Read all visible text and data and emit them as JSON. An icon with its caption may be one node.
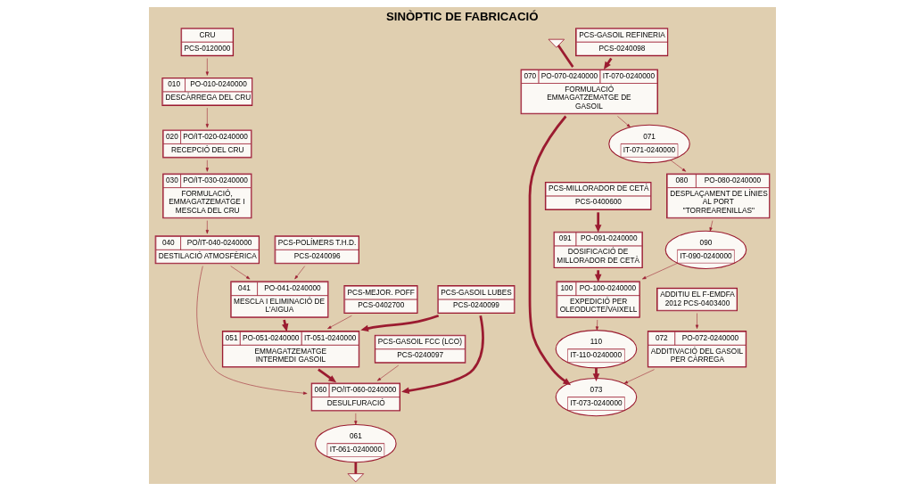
{
  "diagram": {
    "title": "SINÒPTIC DE FABRICACIÓ",
    "nodes": [
      {
        "text": [
          "CRU",
          "PCS-0120000"
        ]
      },
      {
        "text": [
          "010",
          "PO-010-0240000",
          "DESCÀRREGA DEL CRU"
        ]
      },
      {
        "text": [
          "020",
          "PO/IT-020-0240000",
          "RECEPCIÓ DEL CRU"
        ]
      },
      {
        "text": [
          "030",
          "PO/IT-030-0240000",
          "FORMULACIÓ, EMMAGATZEMATGE I MESCLA DEL CRU"
        ]
      },
      {
        "text": [
          "040",
          "PO/IT-040-0240000",
          "DESTILACIÓ ATMOSFÈRICA"
        ]
      },
      {
        "text": [
          "PCS-MEJOR. POFF",
          "PCS-0402700"
        ]
      },
      {
        "text": [
          "041",
          "PO-041-0240000",
          "MESCLA I ELIMINACIÓ DE L'AIGUA"
        ]
      },
      {
        "text": [
          "PCS-POLÍMERS T.H.D.",
          "PCS-0240096"
        ]
      },
      {
        "text": [
          "PCS-GASOIL FCC (LCO)",
          "PCS-0240097"
        ]
      },
      {
        "text": [
          "051",
          "PO-051-0240000",
          "IT-051-0240000",
          "EMMAGATZEMATGE INTERMEDI GASOIL"
        ]
      },
      {
        "text": [
          "060",
          "PO/IT-060-0240000",
          "DESULFURACIÓ"
        ]
      },
      {
        "text": [
          "PCS-GASOIL LUBES",
          "PCS-0240099"
        ]
      },
      {
        "text": [
          "061",
          "IT-061-0240000"
        ]
      },
      {
        "text": [],
        "shape": "triangle"
      },
      {
        "text": [],
        "shape": "triangle"
      },
      {
        "text": [
          "PCS-GASOIL REFINERIA",
          "PCS-0240098"
        ]
      },
      {
        "text": [
          "070",
          "PO-070-0240000",
          "IT-070-0240000",
          "FORMULACIÓ EMMAGATZEMATGE DE GASOIL"
        ]
      },
      {
        "text": [
          "071",
          "IT-071-0240000"
        ]
      },
      {
        "text": [
          "PCS-MILLORADOR DE CETÀ",
          "PCS-0400600"
        ]
      },
      {
        "text": [
          "080",
          "PO-080-0240000",
          "DESPLAÇAMENT DE LÍNIES AL PORT \"TORREARENILLAS\""
        ]
      },
      {
        "text": [
          "091",
          "PO-091-0240000",
          "DOSIFICACIÓ DE MILLORADOR DE CETÀ"
        ]
      },
      {
        "text": [
          "090",
          "IT-090-0240000"
        ]
      },
      {
        "text": [
          "100",
          "PO-100-0240000",
          "EXPEDICIÓ PER OLEODUCTE/VAIXELL"
        ]
      },
      {
        "text": [
          "110",
          "IT-110-0240000"
        ]
      },
      {
        "text": [
          "ADDITIU EL F-EMDFA 2012 PCS-0403400"
        ]
      },
      {
        "text": [
          "072",
          "PO-072-0240000",
          "ADDITIVACIÓ DEL GASOIL PER CÀRREGA"
        ]
      },
      {
        "text": [
          "073",
          "IT-073-0240000"
        ]
      }
    ],
    "edges": [
      {
        "from": 0,
        "to": 1,
        "arrow": "to"
      },
      {
        "from": 1,
        "to": 2,
        "arrow": "to"
      },
      {
        "from": 2,
        "to": 3,
        "arrow": "to"
      },
      {
        "from": 3,
        "to": 4,
        "arrow": "to"
      },
      {
        "from": 4,
        "to": 6,
        "arrow": "to"
      },
      {
        "from": 4,
        "to": 10,
        "arrow": "to"
      },
      {
        "from": 7,
        "to": 6,
        "arrow": "to"
      },
      {
        "from": 5,
        "to": 9,
        "arrow": "to"
      },
      {
        "from": 6,
        "to": 9,
        "arrow": "to",
        "style": "thick"
      },
      {
        "from": 9,
        "to": 10,
        "arrow": "to",
        "style": "thick"
      },
      {
        "from": 8,
        "to": 10,
        "arrow": "to"
      },
      {
        "from": 11,
        "to": 10,
        "arrow": "to",
        "style": "thick"
      },
      {
        "from": 11,
        "to": 9,
        "arrow": "to",
        "style": "thick"
      },
      {
        "from": 10,
        "to": 12,
        "arrow": "to"
      },
      {
        "from": 12,
        "to": 13,
        "arrow": "none",
        "style": "thick"
      },
      {
        "from": 14,
        "to": 16,
        "arrow": "none",
        "style": "thick"
      },
      {
        "from": 15,
        "to": 16,
        "arrow": "to",
        "style": "thick"
      },
      {
        "from": 16,
        "to": 17,
        "arrow": "to"
      },
      {
        "from": 17,
        "to": 19,
        "arrow": "to"
      },
      {
        "from": 18,
        "to": 20,
        "arrow": "to",
        "style": "thick"
      },
      {
        "from": 19,
        "to": 21,
        "arrow": "to"
      },
      {
        "from": 20,
        "to": 22,
        "arrow": "to",
        "style": "thick"
      },
      {
        "from": 21,
        "to": 22,
        "arrow": "to"
      },
      {
        "from": 22,
        "to": 23,
        "arrow": "to"
      },
      {
        "from": 23,
        "to": 26,
        "arrow": "to",
        "style": "thick"
      },
      {
        "from": 16,
        "to": 26,
        "arrow": "to",
        "style": "thick"
      },
      {
        "from": 24,
        "to": 25,
        "arrow": "to"
      },
      {
        "from": 25,
        "to": 26,
        "arrow": "to"
      }
    ]
  }
}
